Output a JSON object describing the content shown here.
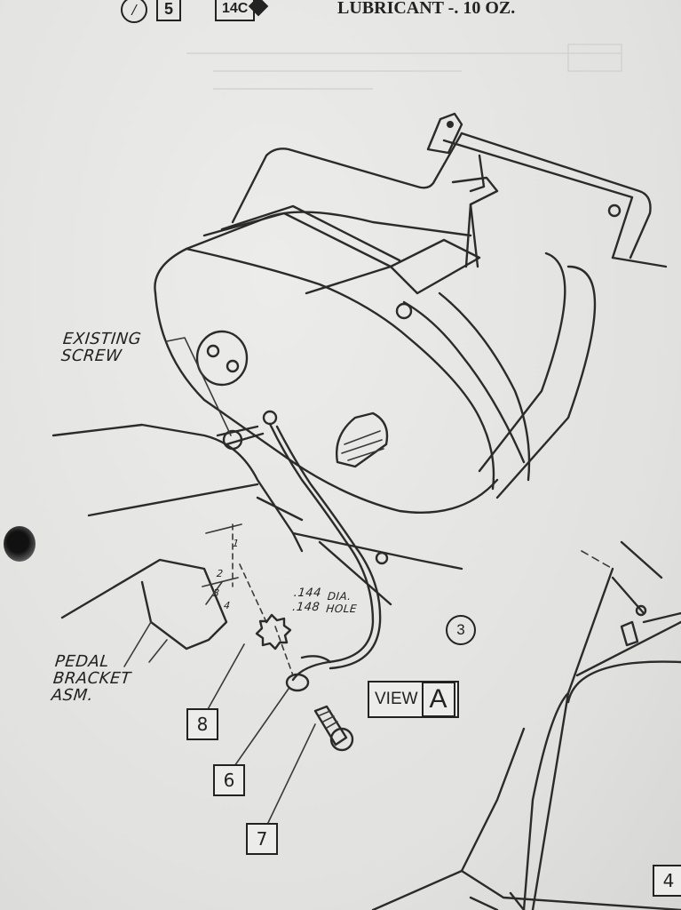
{
  "header": {
    "circle_num": "/",
    "box_num": "5",
    "code": "14C",
    "lubricant": "LUBRICANT -. 10 OZ."
  },
  "labels": {
    "existing_screw": "EXISTING\nSCREW",
    "pedal_bracket": "PEDAL\nBRACKET\nASM.",
    "dia_hole_sizes": ".144\n.148",
    "dia_hole_text": "DIA.\nHOLE",
    "dim_1": "1",
    "dim_2": "2",
    "dim_3": "3",
    "dim_4": "4"
  },
  "callouts": {
    "circle_3": "3",
    "box_8": "8",
    "box_6": "6",
    "box_7": "7",
    "box_4": "4"
  },
  "view": {
    "word": "VIEW",
    "letter": "A"
  }
}
